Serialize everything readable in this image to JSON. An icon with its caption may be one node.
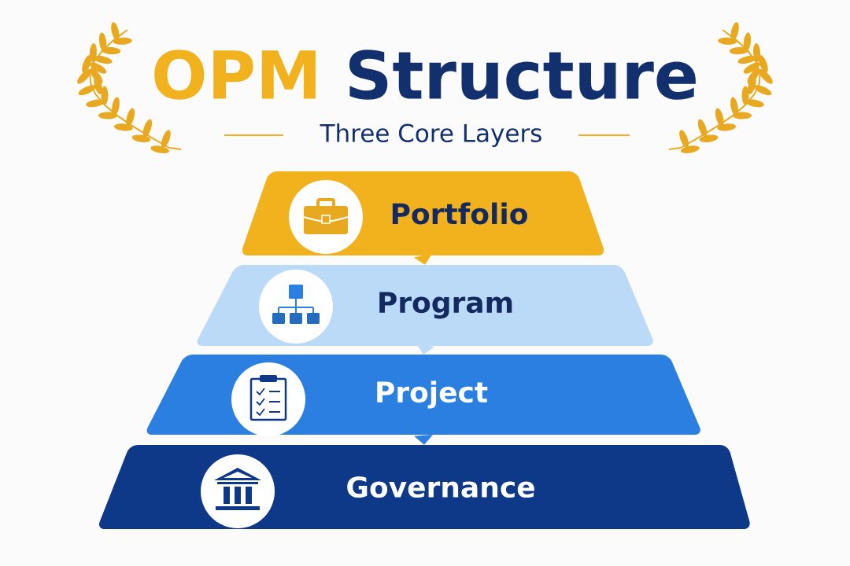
{
  "diagram": {
    "title": "**OPM** Structure",
    "nodes": [
      {
        "text": [
          "Portfolio"
        ]
      },
      {
        "text": [
          "Program"
        ]
      },
      {
        "text": [
          "Project"
        ]
      },
      {
        "text": [
          "Governance"
        ]
      }
    ],
    "edges": [
      {
        "from": 0,
        "to": 1,
        "arrow": "to"
      },
      {
        "from": 1,
        "to": 2,
        "arrow": "to"
      },
      {
        "from": 2,
        "to": 3,
        "arrow": "to"
      }
    ],
    "labels": [
      "Three Core Layers"
    ]
  }
}
